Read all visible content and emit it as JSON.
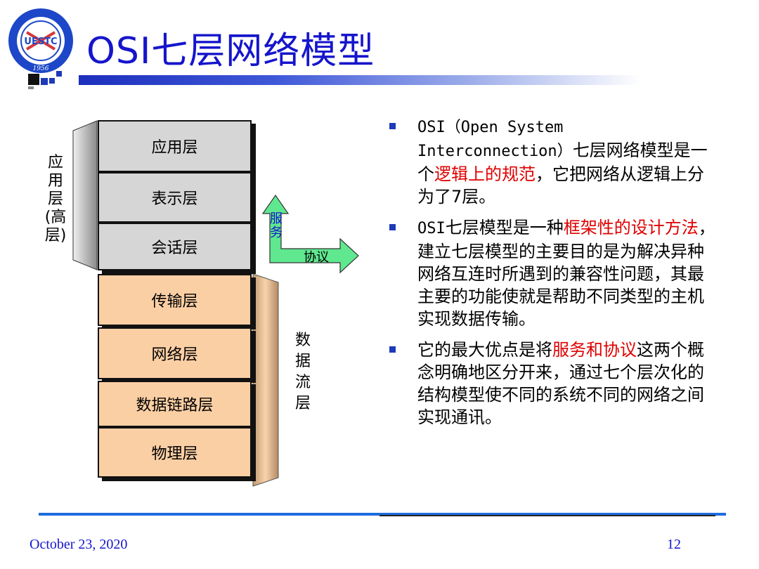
{
  "title": "OSI七层网络模型",
  "logo": {
    "text": "UESTC",
    "year": "1956"
  },
  "layers_upper": [
    "应用层",
    "表示层",
    "会话层"
  ],
  "layers_lower": [
    "传输层",
    "网络层",
    "数据链路层",
    "物理层"
  ],
  "side_upper": [
    "应",
    "用",
    "层",
    "(高",
    "层)"
  ],
  "side_lower": [
    "数",
    "据",
    "流",
    "层"
  ],
  "arrow": {
    "service_chars": [
      "服",
      "务"
    ],
    "protocol": "协议"
  },
  "bullets": [
    {
      "parts": [
        {
          "text": "OSI（Open System Interconnection）",
          "mono": true
        },
        {
          "text": "七层网络模型是一个"
        },
        {
          "text": "逻辑上的规范",
          "hl": true
        },
        {
          "text": "，它把网络从逻辑上分为了7层。"
        }
      ]
    },
    {
      "parts": [
        {
          "text": "OSI",
          "mono": true
        },
        {
          "text": "七层模型是一种"
        },
        {
          "text": "框架性的设计方法",
          "hl": true
        },
        {
          "text": "，建立七层模型的主要目的是为解决异种网络互连时所遇到的兼容性问题，其最主要的功能使就是帮助不同类型的主机实现数据传输。"
        }
      ]
    },
    {
      "parts": [
        {
          "text": "它的最大优点是将"
        },
        {
          "text": "服务和协议",
          "hl": true
        },
        {
          "text": "这两个概念明确地区分开来，通过七个层次化的结构模型使不同的系统不同的网络之间实现通讯。"
        }
      ]
    }
  ],
  "footer": {
    "date": "October 23, 2020",
    "page": "12"
  },
  "colors": {
    "title": "#1515cc",
    "highlight": "#e00000",
    "upper_layer": "#d6d6d6",
    "lower_layer": "#fbcfa4",
    "arrow": "#5fe88f"
  }
}
